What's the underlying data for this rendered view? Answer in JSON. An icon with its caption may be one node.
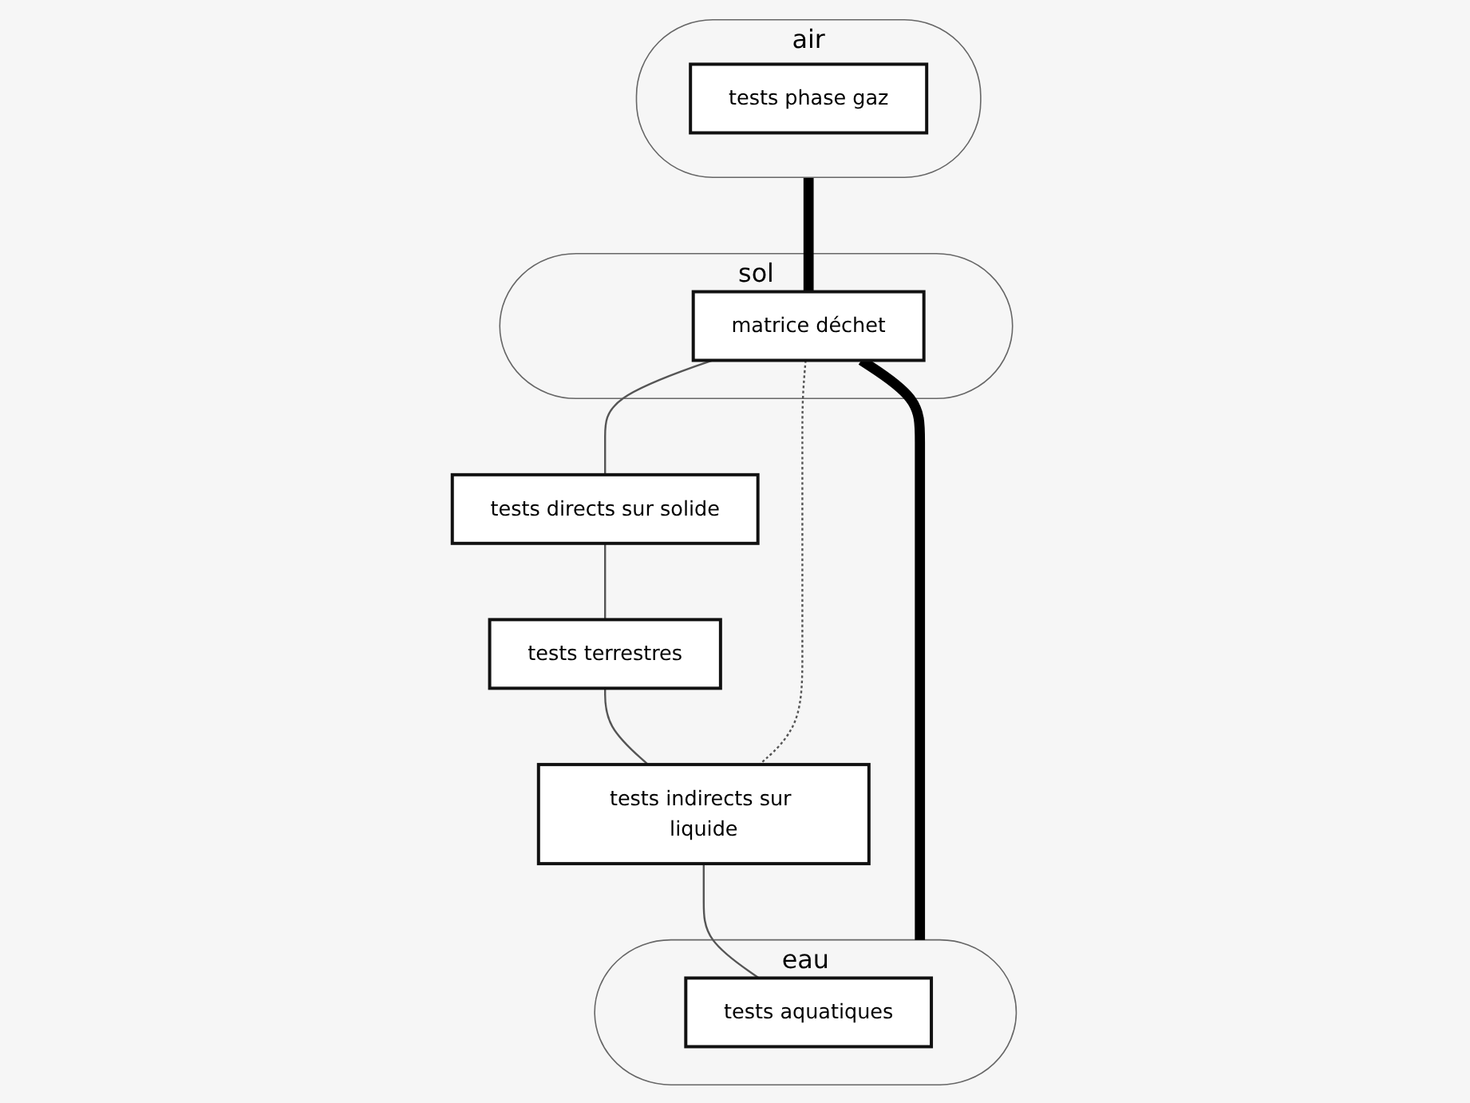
{
  "diagram": {
    "nodes": [
      {
        "text": [
          "air"
        ]
      },
      {
        "text": [
          "tests phase gaz"
        ],
        "in": 0
      },
      {
        "text": [
          "sol"
        ]
      },
      {
        "text": [
          "matrice déchet"
        ],
        "in": 2
      },
      {
        "text": [
          "eau"
        ]
      },
      {
        "text": [
          "tests aquatiques"
        ],
        "in": 4
      },
      {
        "text": [
          "tests directs sur solide"
        ]
      },
      {
        "text": [
          "tests terrestres"
        ]
      },
      {
        "text": [
          "tests indirects sur liquide"
        ]
      }
    ],
    "edges": [
      {
        "from": 0,
        "to": 3,
        "arrow": "none",
        "style": "thick"
      },
      {
        "from": 3,
        "to": 4,
        "arrow": "none",
        "style": "thick"
      },
      {
        "from": 3,
        "to": 6,
        "arrow": "none"
      },
      {
        "from": 6,
        "to": 7,
        "arrow": "none"
      },
      {
        "from": 7,
        "to": 8,
        "arrow": "none"
      },
      {
        "from": 3,
        "to": 8,
        "arrow": "none",
        "style": "dashed"
      },
      {
        "from": 8,
        "to": 5,
        "arrow": "none"
      }
    ]
  }
}
